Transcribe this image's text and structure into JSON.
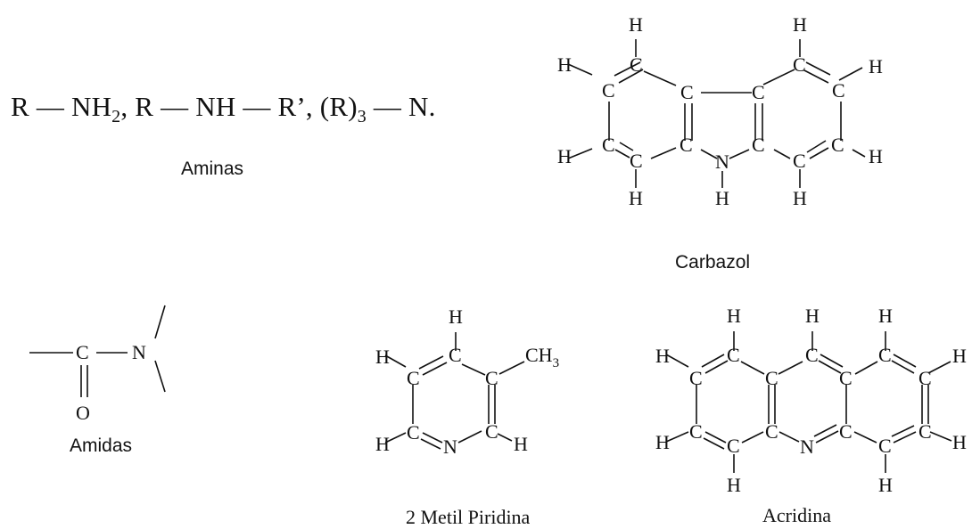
{
  "aminas": {
    "formula_parts": [
      "R — NH",
      "2",
      ",   R — NH — R’,   (R)",
      "3",
      " — N."
    ],
    "caption": "Aminas"
  },
  "amidas": {
    "atoms": [
      "C",
      "N",
      "O"
    ],
    "caption": "Amidas"
  },
  "carbazol": {
    "atoms": [
      "H",
      "C",
      "N"
    ],
    "caption": "Carbazol"
  },
  "metil_piridina": {
    "atoms": [
      "H",
      "C",
      "N",
      "CH",
      "3"
    ],
    "caption": "2 Metil Piridina"
  },
  "acridina": {
    "atoms": [
      "H",
      "C",
      "N"
    ],
    "caption": "Acridina"
  }
}
